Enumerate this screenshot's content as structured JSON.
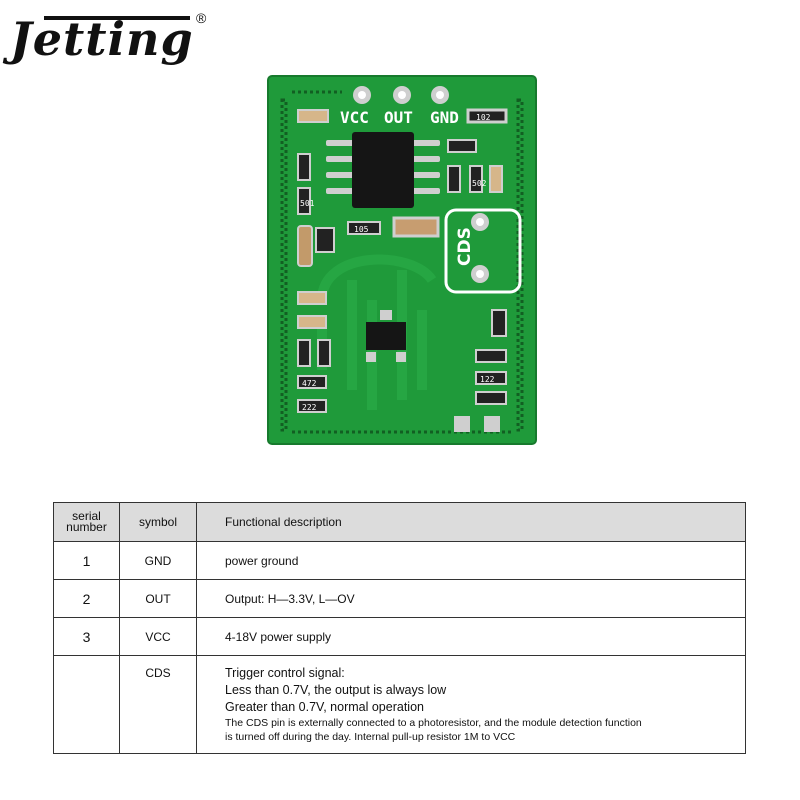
{
  "brand": {
    "name": "Jetting",
    "registered_mark": "®"
  },
  "board": {
    "pin_labels": [
      "VCC",
      "OUT",
      "GND"
    ],
    "cds_label": "CDS",
    "chip_codes": [
      "102",
      "105",
      "502",
      "501",
      "472",
      "222",
      "122"
    ]
  },
  "table": {
    "headers": {
      "serial": "serial number",
      "symbol": "symbol",
      "description": "Functional description"
    },
    "rows": [
      {
        "serial": "1",
        "symbol": "GND",
        "description": "power ground"
      },
      {
        "serial": "2",
        "symbol": "OUT",
        "description": "Output: H—3.3V, L—OV"
      },
      {
        "serial": "3",
        "symbol": "VCC",
        "description": "4-18V power supply"
      },
      {
        "serial": "",
        "symbol": "CDS",
        "description_lines": [
          "Trigger control signal:",
          "Less than 0.7V, the output is always low",
          "Greater than 0.7V, normal operation"
        ],
        "note_lines": [
          "The CDS pin is externally connected to a photoresistor, and the module detection function",
          "is turned off during the day. Internal pull-up resistor 1M to VCC"
        ]
      }
    ]
  },
  "colors": {
    "pcb_green": "#1f9a3a",
    "silkscreen": "#ffffff",
    "header_bg": "#dcdcdc"
  }
}
